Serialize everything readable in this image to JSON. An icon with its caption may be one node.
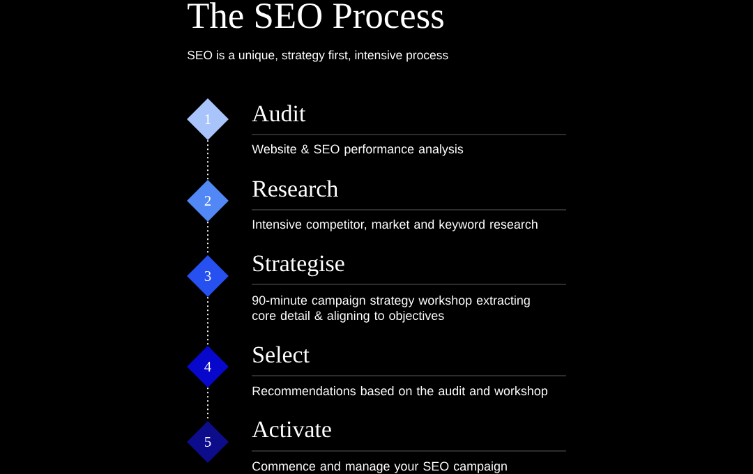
{
  "diagram": {
    "title": "The SEO Process",
    "nodes": [
      {
        "text": [
          "1"
        ],
        "beside": [
          "Audit",
          "Website & SEO performance analysis"
        ]
      },
      {
        "text": [
          "2"
        ],
        "beside": [
          "Research",
          "Intensive competitor, market and keyword research"
        ]
      },
      {
        "text": [
          "3"
        ],
        "beside": [
          "Strategise",
          "90-minute campaign strategy workshop extracting core detail & aligning to objectives"
        ]
      },
      {
        "text": [
          "4"
        ],
        "beside": [
          "Select",
          "Recommendations based on the audit and workshop"
        ]
      },
      {
        "text": [
          "5"
        ],
        "beside": [
          "Activate",
          "Commence and manage your SEO campaign"
        ]
      }
    ],
    "edges": [
      {
        "from": 0,
        "to": 1,
        "arrow": "none",
        "style": "dashed"
      },
      {
        "from": 1,
        "to": 2,
        "arrow": "none",
        "style": "dashed"
      },
      {
        "from": 2,
        "to": 3,
        "arrow": "none",
        "style": "dashed"
      },
      {
        "from": 3,
        "to": 4,
        "arrow": "none",
        "style": "dashed"
      }
    ],
    "labels": [
      "SEO is a unique, strategy first, intensive process"
    ]
  }
}
